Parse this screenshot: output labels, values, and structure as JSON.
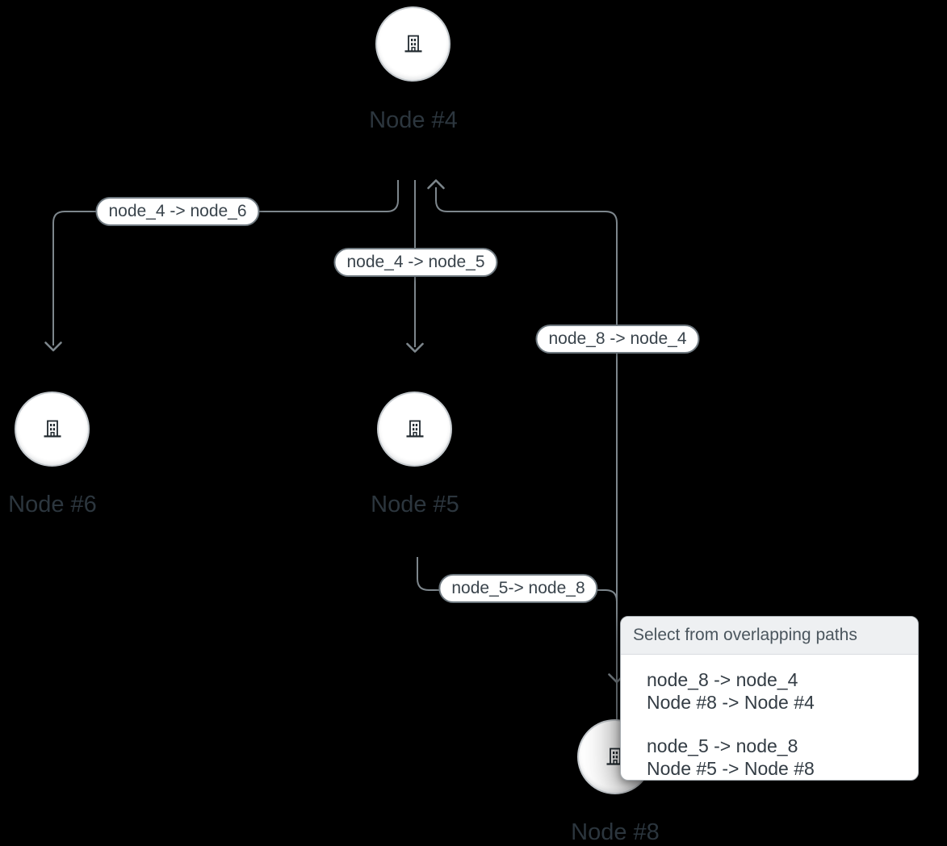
{
  "canvas": {
    "background": "#000000"
  },
  "nodes": [
    {
      "id": "node_4",
      "label": "Node #4"
    },
    {
      "id": "node_6",
      "label": "Node #6"
    },
    {
      "id": "node_5",
      "label": "Node #5"
    },
    {
      "id": "node_8",
      "label": "Node #8"
    }
  ],
  "edges": [
    {
      "id": "node_4 -> node_6",
      "label": "node_4 -> node_6"
    },
    {
      "id": "node_4 -> node_5",
      "label": "node_4 -> node_5"
    },
    {
      "id": "node_8 -> node_4",
      "label": "node_8 -> node_4"
    },
    {
      "id": "node_5 -> node_8",
      "label": "node_5-> node_8"
    }
  ],
  "popup": {
    "title": "Select from overlapping paths",
    "options": [
      {
        "edge_id": "node_8 -> node_4",
        "edge_name": "Node #8 -> Node #4"
      },
      {
        "edge_id": "node_5 -> node_8",
        "edge_name": "Node #5 -> Node #8"
      }
    ]
  },
  "colors": {
    "edge_line": "#7d868c",
    "pill_border": "#6f7980",
    "pill_text": "#3a444c",
    "node_label": "#2c363e",
    "node_fill": "#ffffff",
    "node_ring": "#c6cbcf",
    "popup_header_bg": "#eef0f2",
    "popup_title_text": "#4b565e",
    "popup_item_text": "#333c44"
  }
}
